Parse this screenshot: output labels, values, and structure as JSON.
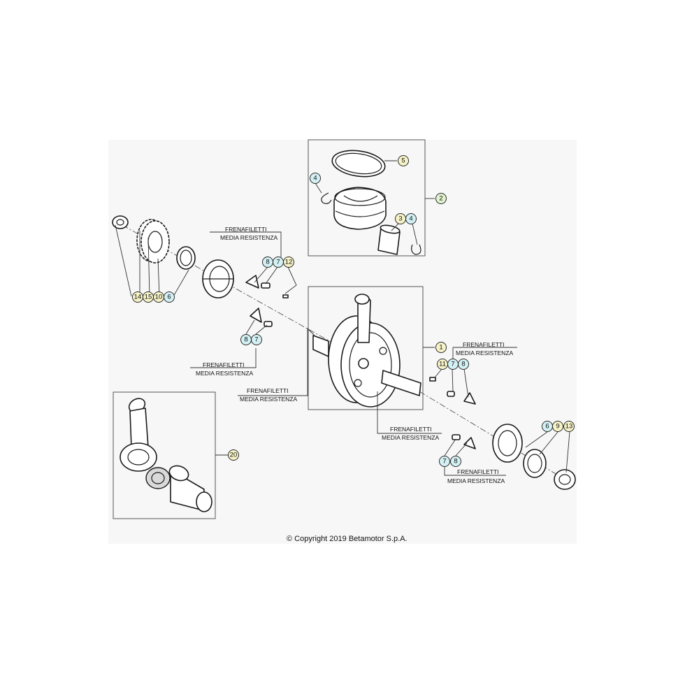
{
  "notes": {
    "frenafiletti": "FRENAFILETTI",
    "media_resistenza": "MEDIA RESISTENZA"
  },
  "copyright": "© Copyright 2019 Betamotor S.p.A.",
  "callouts": {
    "c1": "1",
    "c2": "2",
    "c3": "3",
    "c4a": "4",
    "c4b": "4",
    "c5": "5",
    "c6a": "6",
    "c6b": "6",
    "c7a": "7",
    "c7b": "7",
    "c7c": "7",
    "c7d": "7",
    "c8a": "8",
    "c8b": "8",
    "c8c": "8",
    "c8d": "8",
    "c9": "9",
    "c10": "10",
    "c11": "11",
    "c12": "12",
    "c13": "13",
    "c14": "14",
    "c15": "15",
    "c20": "20"
  },
  "colors": {
    "blue_bubble": "#d3f1f4",
    "yellow_bubble": "#f6f3c8",
    "green_bubble": "#e1f3cf"
  }
}
